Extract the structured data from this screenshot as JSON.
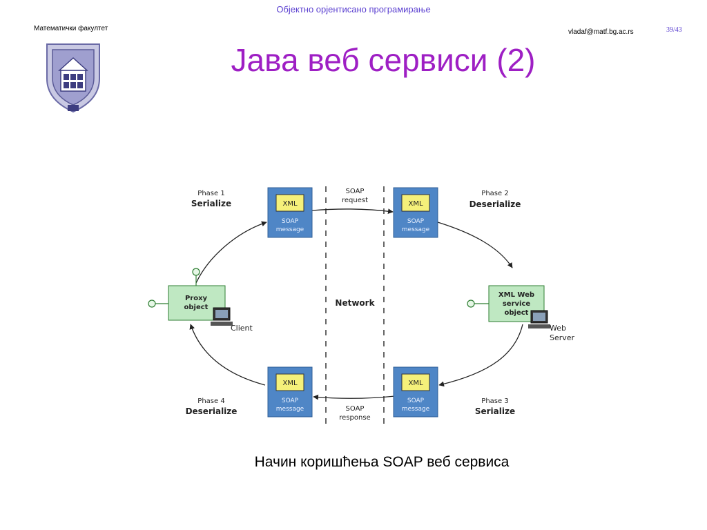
{
  "header": {
    "course_title": "Објектно орјентисано програмирање",
    "faculty": "Математички факултет",
    "email": "vladaf@matf.bg.ac.rs",
    "page": "39/43"
  },
  "slide": {
    "title": "Јава веб сервиси (2)",
    "caption": "Начин коришћења SOAP веб сервиса"
  },
  "diagram": {
    "phase1": {
      "num": "Phase 1",
      "name": "Serialize"
    },
    "phase2": {
      "num": "Phase 2",
      "name": "Deserialize"
    },
    "phase3": {
      "num": "Phase 3",
      "name": "Serialize"
    },
    "phase4": {
      "num": "Phase 4",
      "name": "Deserialize"
    },
    "xml_label": "XML",
    "soap_line1": "SOAP",
    "soap_line2": "message",
    "request_line1": "SOAP",
    "request_line2": "request",
    "response_line1": "SOAP",
    "response_line2": "response",
    "network": "Network",
    "proxy_line1": "Proxy",
    "proxy_line2": "object",
    "client": "Client",
    "service_line1": "XML Web",
    "service_line2": "service",
    "service_line3": "object",
    "server_line1": "Web",
    "server_line2": "Server"
  },
  "colors": {
    "title": "#9e1fc4",
    "course_title": "#5a3fd0",
    "soap_box": "#4f86c6",
    "xml_box": "#f5f07a",
    "object_box": "#bfe8c2",
    "connector": "#2e7d32"
  },
  "logo": {
    "icon": "university-seal-icon"
  }
}
